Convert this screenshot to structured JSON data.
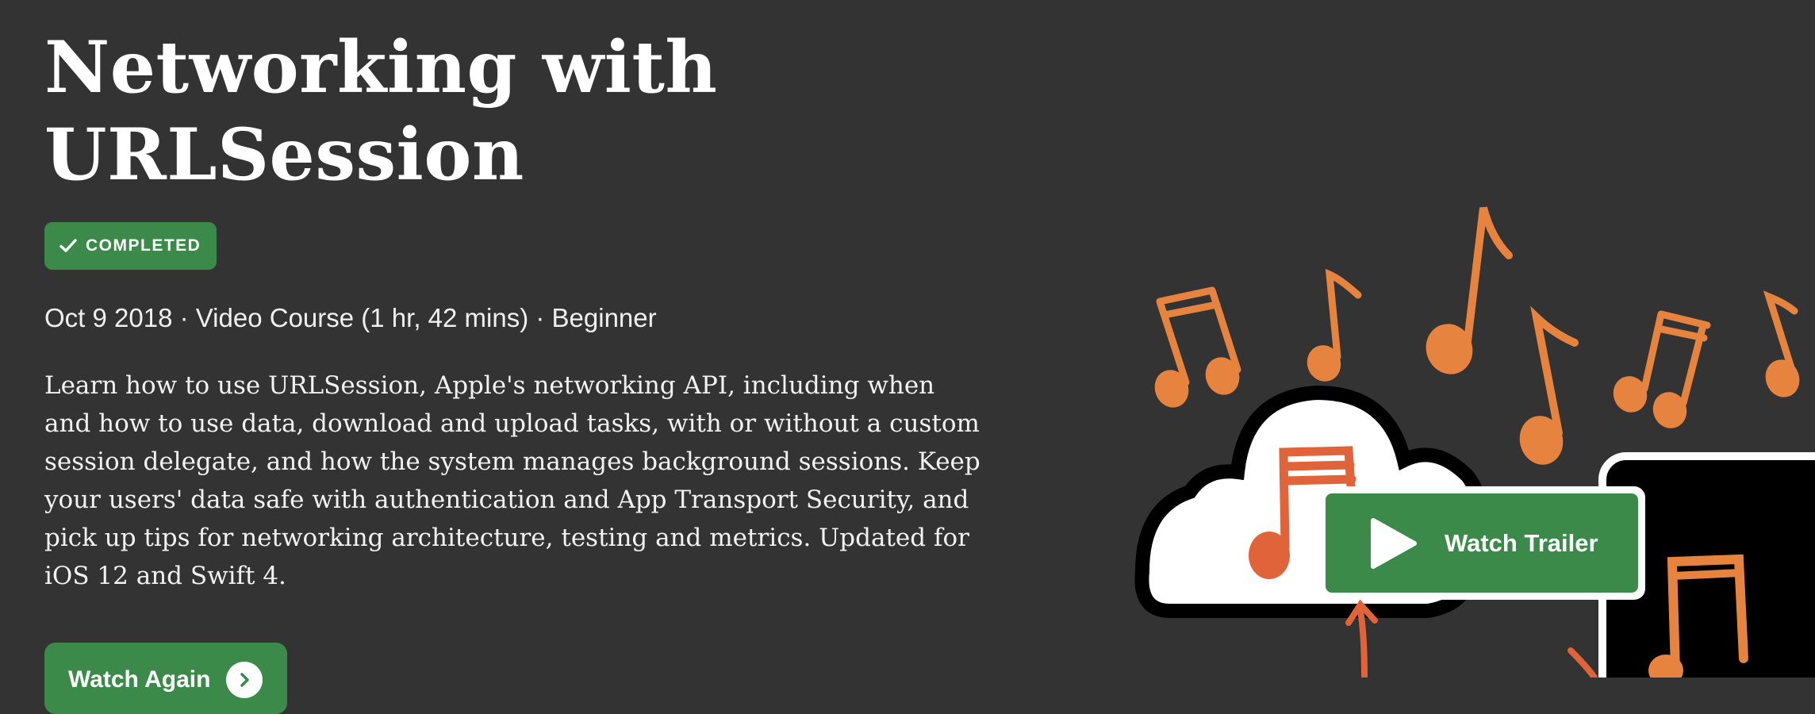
{
  "course": {
    "title_line1": "Networking with",
    "title_line2": "URLSession",
    "status_badge": "COMPLETED",
    "meta": "Oct 9 2018 · Video Course (1 hr, 42 mins) · Beginner",
    "description": "Learn how to use URLSession, Apple's networking API, including when and how to use data, download and upload tasks, with or without a custom session delegate, and how the system manages background sessions. Keep your users' data safe with authentication and App Transport Security, and pick up tips for networking architecture, testing and metrics. Updated for iOS 12 and Swift 4."
  },
  "actions": {
    "watch_again_label": "Watch Again",
    "trailer_label": "Watch Trailer"
  },
  "icons": {
    "badge": "checkmark-icon",
    "watch_again": "chevron-right-icon",
    "trailer": "play-icon"
  },
  "colors": {
    "background": "#333333",
    "accent_green": "#3c8a4a",
    "note_orange": "#e6843f",
    "note_red": "#e0633a"
  }
}
